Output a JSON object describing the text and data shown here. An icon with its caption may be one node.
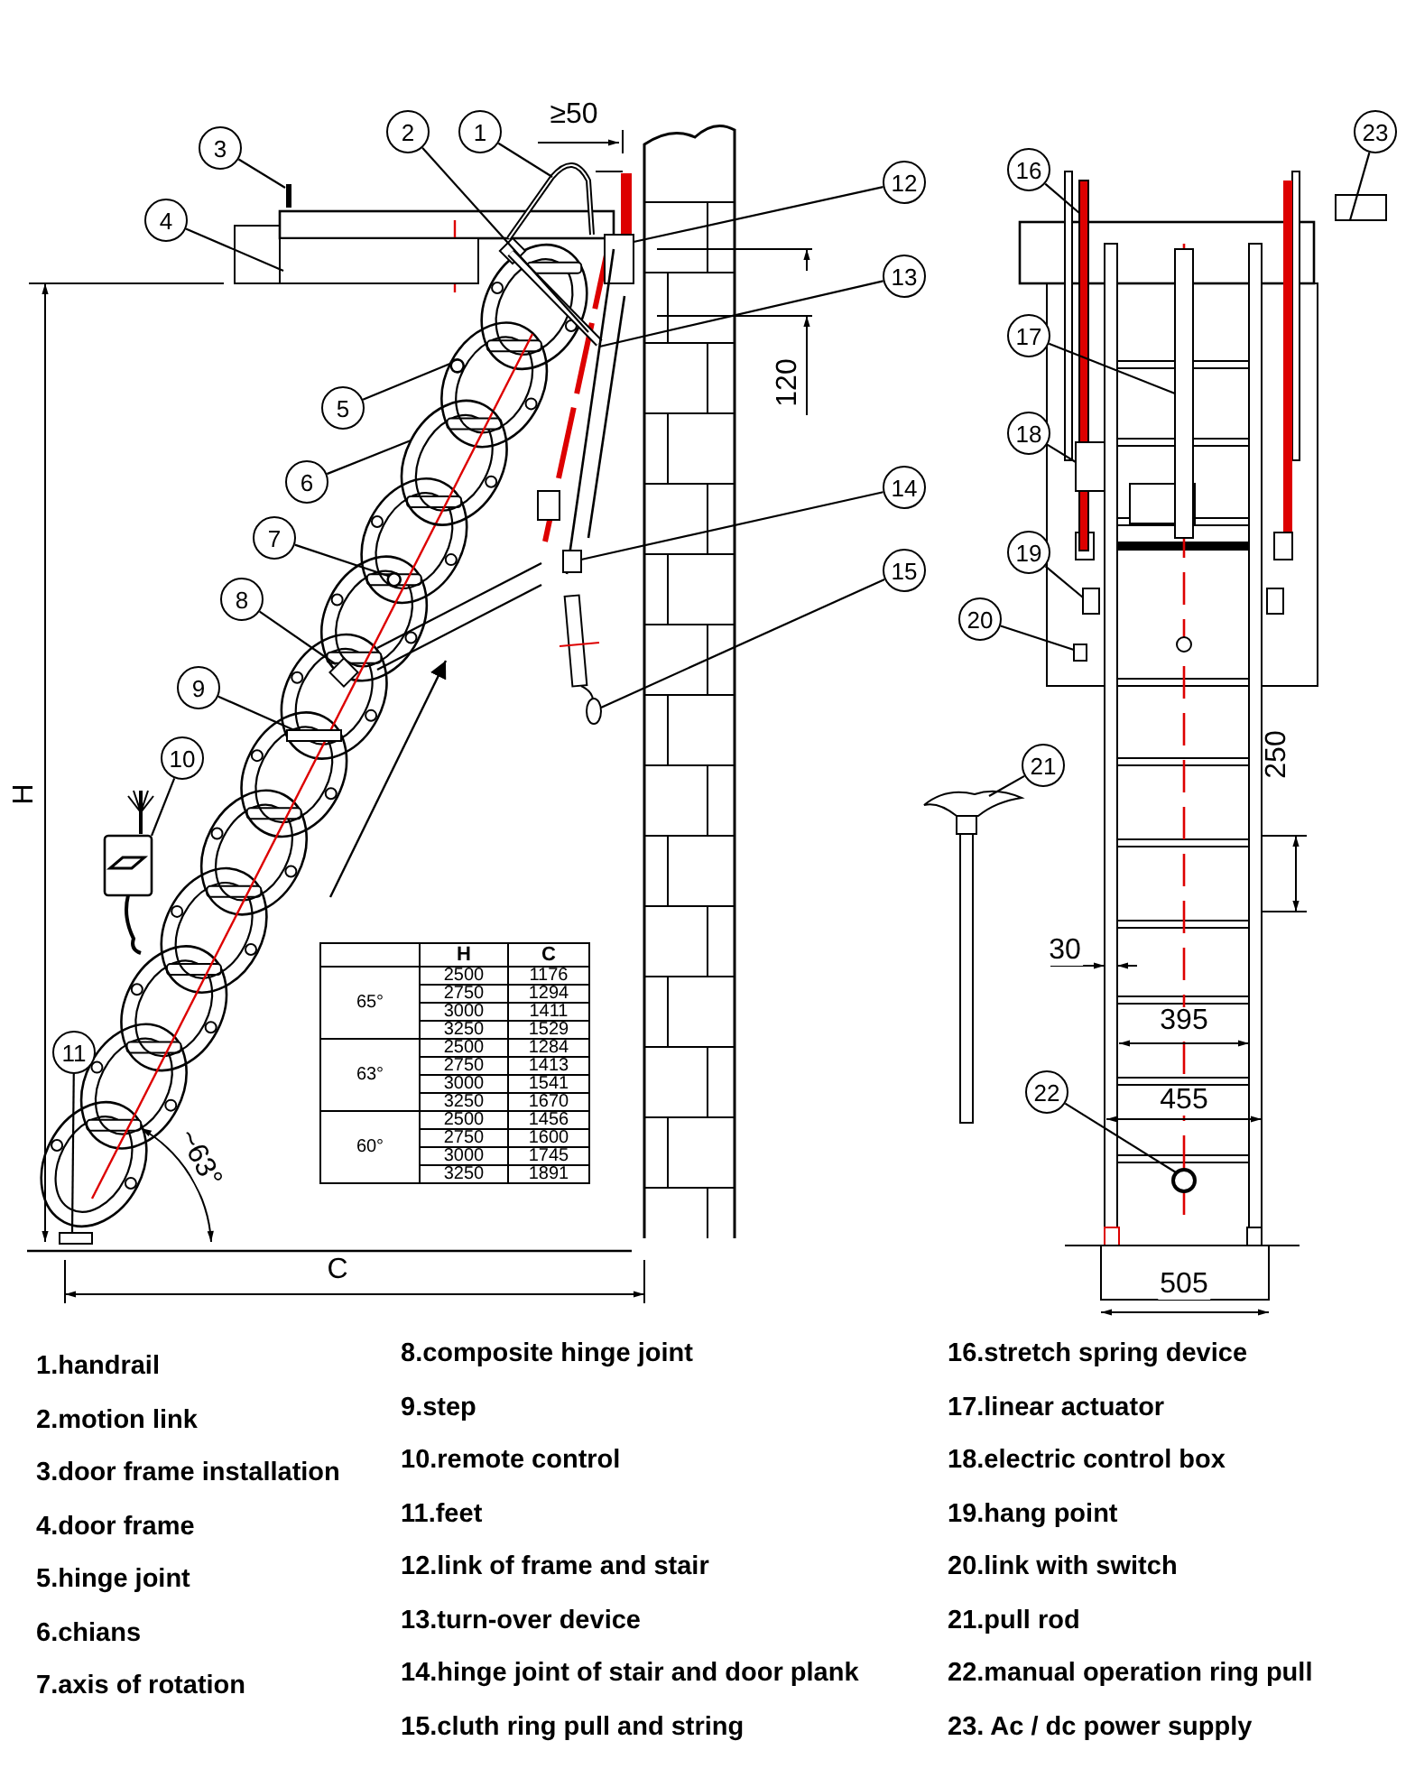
{
  "diagram": {
    "nodes": [
      {
        "text": [
          "1"
        ]
      },
      {
        "text": [
          "2"
        ]
      },
      {
        "text": [
          "3"
        ]
      },
      {
        "text": [
          "4"
        ]
      },
      {
        "text": [
          "5"
        ]
      },
      {
        "text": [
          "6"
        ]
      },
      {
        "text": [
          "7"
        ]
      },
      {
        "text": [
          "8"
        ]
      },
      {
        "text": [
          "9"
        ]
      },
      {
        "text": [
          "10"
        ]
      },
      {
        "text": [
          "11"
        ]
      },
      {
        "text": [
          "12"
        ]
      },
      {
        "text": [
          "13"
        ]
      },
      {
        "text": [
          "14"
        ]
      },
      {
        "text": [
          "15"
        ]
      },
      {
        "text": [
          "16"
        ]
      },
      {
        "text": [
          "17"
        ]
      },
      {
        "text": [
          "18"
        ]
      },
      {
        "text": [
          "19"
        ]
      },
      {
        "text": [
          "20"
        ]
      },
      {
        "text": [
          "21"
        ]
      },
      {
        "text": [
          "22"
        ]
      },
      {
        "text": [
          "23"
        ]
      },
      {
        "text": [],
        "shape": "picture"
      },
      {
        "text": [],
        "shape": "bar"
      },
      {
        "text": [],
        "shape": "bar"
      },
      {
        "text": [],
        "shape": "box"
      },
      {
        "text": [],
        "shape": "circle"
      },
      {
        "text": [],
        "shape": "circle"
      },
      {
        "text": [],
        "shape": "circle"
      },
      {
        "text": [],
        "shape": "box"
      },
      {
        "text": [],
        "shape": "box"
      },
      {
        "text": [],
        "shape": "picture"
      },
      {
        "text": [],
        "shape": "box"
      },
      {
        "text": [],
        "shape": "box"
      },
      {
        "text": [],
        "shape": "bar"
      },
      {
        "text": [],
        "shape": "box"
      },
      {
        "text": [],
        "shape": "picture"
      },
      {
        "text": [],
        "shape": "box"
      },
      {
        "text": [],
        "shape": "box"
      },
      {
        "text": [],
        "shape": "box"
      },
      {
        "text": [],
        "shape": "box"
      },
      {
        "text": [],
        "shape": "box"
      },
      {
        "text": [],
        "shape": "picture"
      },
      {
        "text": [],
        "shape": "circle"
      },
      {
        "text": [],
        "shape": "box"
      }
    ],
    "edges": [
      {
        "from": 0,
        "to": 23,
        "arrow": "none"
      },
      {
        "from": 1,
        "to": 24,
        "arrow": "none"
      },
      {
        "from": 2,
        "to": 25,
        "arrow": "none"
      },
      {
        "from": 3,
        "to": 26,
        "arrow": "none"
      },
      {
        "from": 4,
        "to": 27,
        "arrow": "none"
      },
      {
        "from": 5,
        "to": 28,
        "arrow": "none"
      },
      {
        "from": 6,
        "to": 29,
        "arrow": "none"
      },
      {
        "from": 7,
        "to": 30,
        "arrow": "none"
      },
      {
        "from": 8,
        "to": 31,
        "arrow": "none"
      },
      {
        "from": 9,
        "to": 32,
        "arrow": "none"
      },
      {
        "from": 10,
        "to": 33,
        "arrow": "none"
      },
      {
        "from": 11,
        "to": 34,
        "arrow": "none"
      },
      {
        "from": 12,
        "to": 35,
        "arrow": "none"
      },
      {
        "from": 13,
        "to": 36,
        "arrow": "none"
      },
      {
        "from": 14,
        "to": 37,
        "arrow": "none"
      },
      {
        "from": 15,
        "to": 38,
        "arrow": "none"
      },
      {
        "from": 16,
        "to": 39,
        "arrow": "none"
      },
      {
        "from": 17,
        "to": 40,
        "arrow": "none"
      },
      {
        "from": 18,
        "to": 41,
        "arrow": "none"
      },
      {
        "from": 19,
        "to": 42,
        "arrow": "none"
      },
      {
        "from": 20,
        "to": 43,
        "arrow": "none"
      },
      {
        "from": 21,
        "to": 44,
        "arrow": "none"
      },
      {
        "from": 22,
        "to": 45,
        "arrow": "none"
      }
    ],
    "labels": [
      "≥50",
      "120",
      "H",
      "C",
      "~63°",
      "250",
      "30",
      "395",
      "455",
      "505",
      "H",
      "C",
      "65°",
      "2500",
      "1176",
      "2750",
      "1294",
      "3000",
      "1411",
      "3250",
      "1529",
      "63°",
      "2500",
      "1284",
      "2750",
      "1413",
      "3000",
      "1541",
      "3250",
      "1670",
      "60°",
      "2500",
      "1456",
      "2750",
      "1600",
      "3000",
      "1745",
      "3250",
      "1891",
      "1.handrail",
      "2.motion link",
      "3.door frame installation",
      "4.door frame",
      "5.hinge joint",
      "6.chians",
      "7.axis of rotation",
      "8.composite hinge joint",
      "9.step",
      "10.remote control",
      "11.feet",
      "12.link of frame and stair",
      "13.turn-over device",
      "14.hinge joint of stair and door plank",
      "15.cluth ring pull and string",
      "16.stretch spring device",
      "17.linear actuator",
      "18.electric control box",
      "19.hang point",
      "20.link with switch",
      "21.pull rod",
      "22.manual operation ring pull",
      "23. Ac / dc power supply"
    ]
  }
}
